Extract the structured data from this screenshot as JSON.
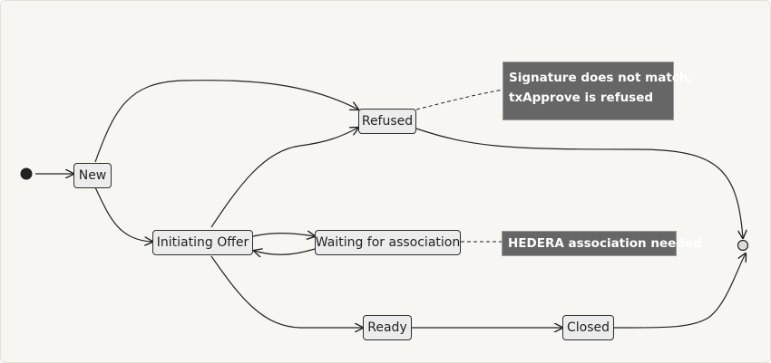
{
  "diagram": {
    "states": {
      "new": "New",
      "refused": "Refused",
      "initiating_offer": "Initiating Offer",
      "waiting_for_association": "Waiting for association",
      "ready": "Ready",
      "closed": "Closed"
    },
    "notes": {
      "refused_note": [
        "Signature does not match,",
        "txApprove is refused"
      ],
      "waiting_note": "HEDERA association needed"
    }
  }
}
